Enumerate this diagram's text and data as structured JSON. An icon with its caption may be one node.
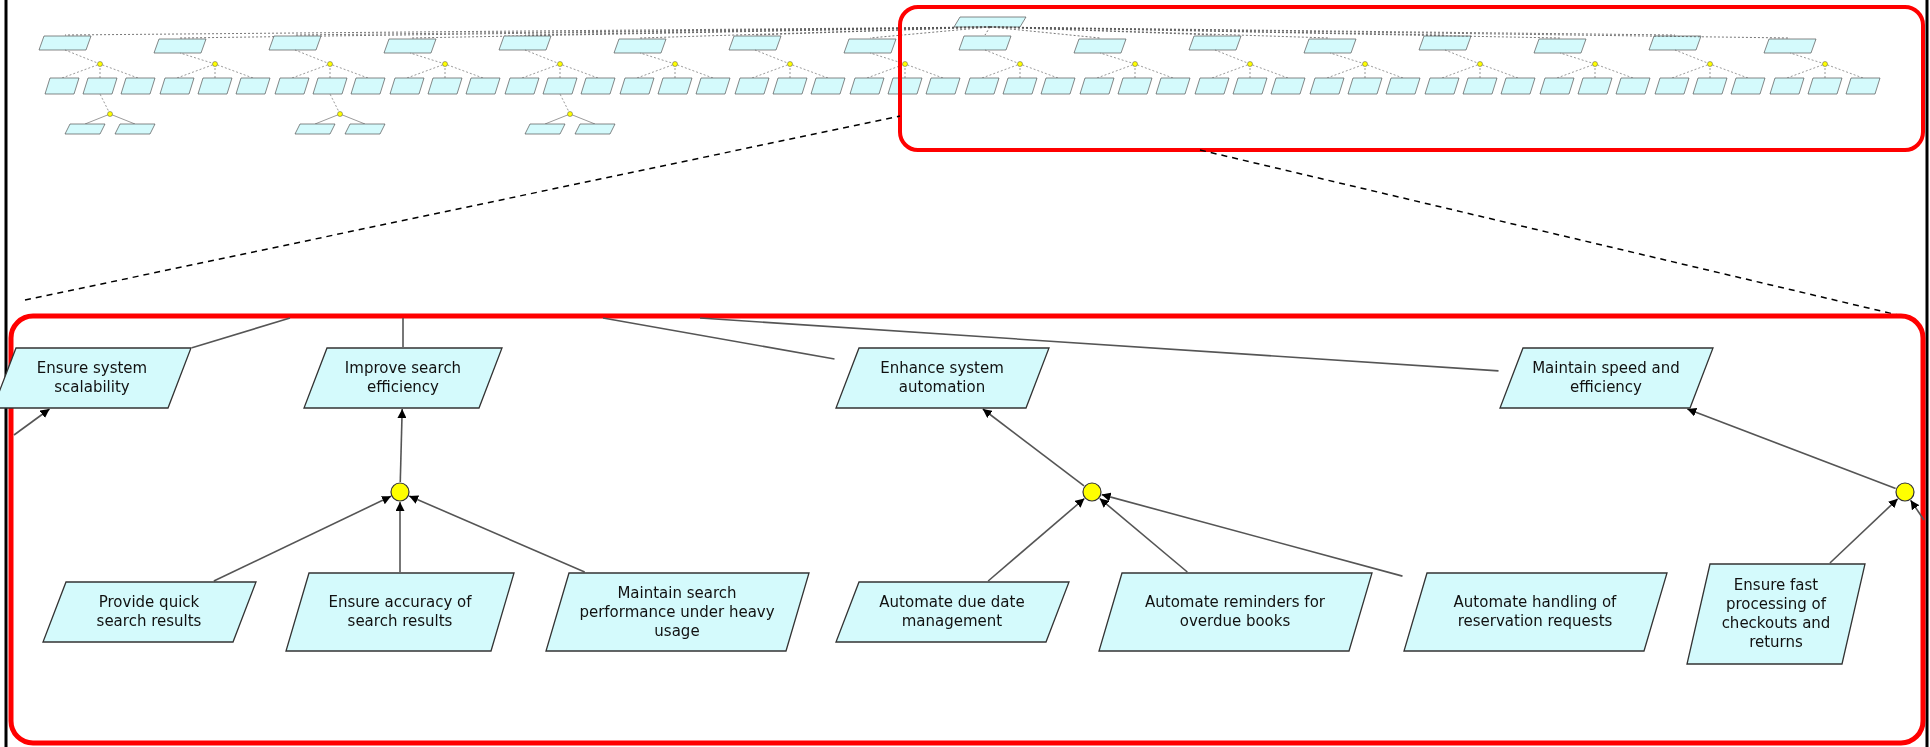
{
  "diagram": {
    "nodes": [
      {
        "text": [
          "Ensure system scalability"
        ]
      },
      {
        "text": [
          "Improve search efficiency"
        ]
      },
      {
        "text": [
          "Enhance system automation"
        ]
      },
      {
        "text": [
          "Maintain speed and efficiency"
        ]
      },
      {
        "text": [],
        "shape": "circle"
      },
      {
        "text": [
          "Provide quick search results"
        ]
      },
      {
        "text": [
          "Ensure accuracy of search results"
        ]
      },
      {
        "text": [
          "Maintain search performance under heavy usage"
        ]
      },
      {
        "text": [],
        "shape": "circle"
      },
      {
        "text": [
          "Automate due date management"
        ]
      },
      {
        "text": [
          "Automate reminders for overdue books"
        ]
      },
      {
        "text": [
          "Automate handling of reservation requests"
        ]
      },
      {
        "text": [],
        "shape": "circle"
      },
      {
        "text": [
          "Ensure fast processing of checkouts and returns"
        ]
      }
    ],
    "edges": [
      {
        "from": 0,
        "to": null,
        "arrow": "none"
      },
      {
        "from": 1,
        "to": null,
        "arrow": "none"
      },
      {
        "from": 2,
        "to": null,
        "arrow": "none"
      },
      {
        "from": 3,
        "to": null,
        "arrow": "none"
      },
      {
        "from": null,
        "to": 0,
        "arrow": "to"
      },
      {
        "from": 4,
        "to": 1,
        "arrow": "to"
      },
      {
        "from": 5,
        "to": 4,
        "arrow": "to"
      },
      {
        "from": 6,
        "to": 4,
        "arrow": "to"
      },
      {
        "from": 7,
        "to": 4,
        "arrow": "to"
      },
      {
        "from": 8,
        "to": 2,
        "arrow": "to"
      },
      {
        "from": 9,
        "to": 8,
        "arrow": "to"
      },
      {
        "from": 10,
        "to": 8,
        "arrow": "to"
      },
      {
        "from": 11,
        "to": 8,
        "arrow": "to"
      },
      {
        "from": 12,
        "to": 3,
        "arrow": "to"
      },
      {
        "from": 13,
        "to": 12,
        "arrow": "to"
      },
      {
        "from": null,
        "to": 12,
        "arrow": "to"
      }
    ]
  }
}
